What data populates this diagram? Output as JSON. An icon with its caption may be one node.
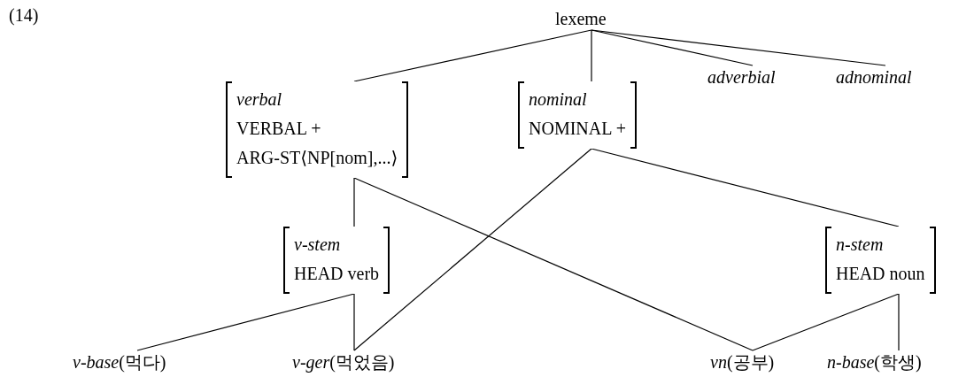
{
  "diagram": {
    "nodes": [
      {
        "text": [
          "lexeme"
        ]
      },
      {
        "text": [
          "verbal",
          "VERBAL +",
          "ARG-ST⟨NP[nom],...⟩"
        ]
      },
      {
        "text": [
          "nominal",
          "NOMINAL +"
        ]
      },
      {
        "text": [
          "adverbial"
        ]
      },
      {
        "text": [
          "adnominal"
        ]
      },
      {
        "text": [
          "v-stem",
          "HEAD verb"
        ]
      },
      {
        "text": [
          "n-stem",
          "HEAD noun"
        ]
      },
      {
        "text": [
          "*v-base*(먹다)"
        ]
      },
      {
        "text": [
          "*v-ger*(먹었음)"
        ]
      },
      {
        "text": [
          "*vn*(공부)"
        ]
      },
      {
        "text": [
          "*n-base*(학생)"
        ]
      }
    ],
    "edges": [
      {
        "from": 0,
        "to": 1,
        "arrow": "none"
      },
      {
        "from": 0,
        "to": 2,
        "arrow": "none"
      },
      {
        "from": 0,
        "to": 3,
        "arrow": "none"
      },
      {
        "from": 0,
        "to": 4,
        "arrow": "none"
      },
      {
        "from": 1,
        "to": 5,
        "arrow": "none"
      },
      {
        "from": 1,
        "to": 9,
        "arrow": "none"
      },
      {
        "from": 2,
        "to": 8,
        "arrow": "none"
      },
      {
        "from": 2,
        "to": 6,
        "arrow": "none"
      },
      {
        "from": 5,
        "to": 7,
        "arrow": "none"
      },
      {
        "from": 5,
        "to": 8,
        "arrow": "none"
      },
      {
        "from": 6,
        "to": 9,
        "arrow": "none"
      },
      {
        "from": 6,
        "to": 10,
        "arrow": "none"
      }
    ],
    "labels": [
      "(14)"
    ]
  }
}
